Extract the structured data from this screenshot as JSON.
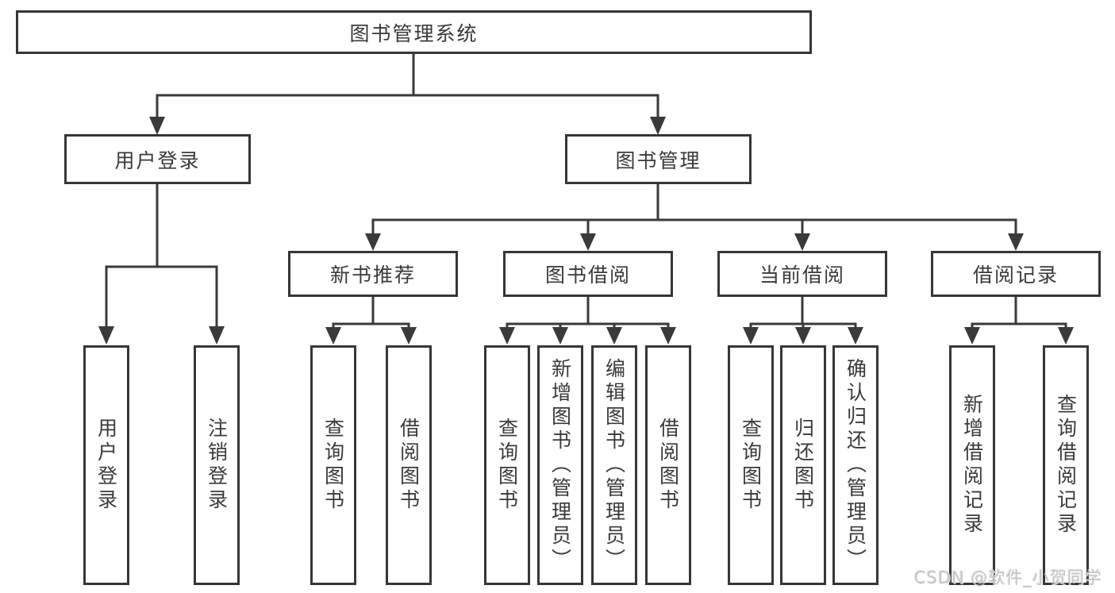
{
  "diagram": {
    "root": "图书管理系统",
    "user_login": {
      "label": "用户登录",
      "children": [
        "用户登录",
        "注销登录"
      ]
    },
    "book_mgmt": {
      "label": "图书管理",
      "sections": {
        "new_books": {
          "label": "新书推荐",
          "children": [
            "查询图书",
            "借阅图书"
          ]
        },
        "borrow": {
          "label": "图书借阅",
          "children": [
            "查询图书",
            "新增图书（管理员）",
            "编辑图书（管理员）",
            "借阅图书"
          ]
        },
        "current": {
          "label": "当前借阅",
          "children": [
            "查询图书",
            "归还图书",
            "确认归还（管理员）"
          ]
        },
        "records": {
          "label": "借阅记录",
          "children": [
            "新增借阅记录",
            "查询借阅记录"
          ]
        }
      }
    }
  },
  "watermark": "CSDN @软件_小贺同学",
  "colors": {
    "line": "#3a3a3a",
    "border": "#363636",
    "text": "#3a3a3a",
    "watermark": "#c3c3c3",
    "background": "#ffffff"
  }
}
